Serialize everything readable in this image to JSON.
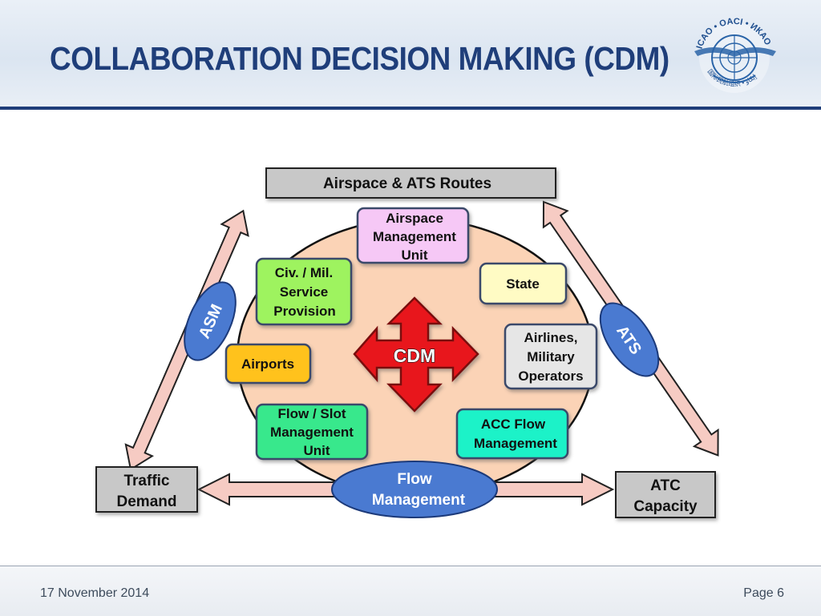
{
  "slide": {
    "title": "COLLABORATION DECISION MAKING (CDM)",
    "footer_date": "17 November 2014",
    "footer_page": "Page 6"
  },
  "logo": {
    "ring_text": "ICAO • OACI • ИКАО",
    "ring_text_bottom": "国际民航组织 • إيكاو"
  },
  "diagram": {
    "top_box": "Airspace & ATS Routes",
    "left_corner": [
      "Traffic",
      "Demand"
    ],
    "right_corner": [
      "ATC",
      "Capacity"
    ],
    "asm_label": "ASM",
    "ats_label": "ATS",
    "flow_label": [
      "Flow",
      "Management"
    ],
    "center_label": "CDM",
    "nodes": {
      "airspace_mgmt": [
        "Airspace",
        "Management",
        "Unit"
      ],
      "civ_mil": [
        "Civ. / Mil.",
        "Service",
        "Provision"
      ],
      "state": [
        "State"
      ],
      "airports": [
        "Airports"
      ],
      "airlines": [
        "Airlines,",
        "Military",
        "Operators"
      ],
      "flow_slot": [
        "Flow / Slot",
        "Management",
        "Unit"
      ],
      "acc_flow": [
        "ACC Flow",
        "Management"
      ]
    }
  },
  "colors": {
    "title": "#1f3e7a",
    "ellipse": "#fbd3b6",
    "cdm_red": "#e8191e",
    "blue_oval": "#4a7ad1",
    "airspace_mgmt": "#f6c8f6",
    "civ_mil": "#9ef35e",
    "state": "#fffbc4",
    "airports": "#ffc21a",
    "airlines": "#e6e6e6",
    "flow_slot": "#39e88c",
    "acc_flow": "#1ff2c8",
    "grey_box": "#c8c8c8"
  }
}
